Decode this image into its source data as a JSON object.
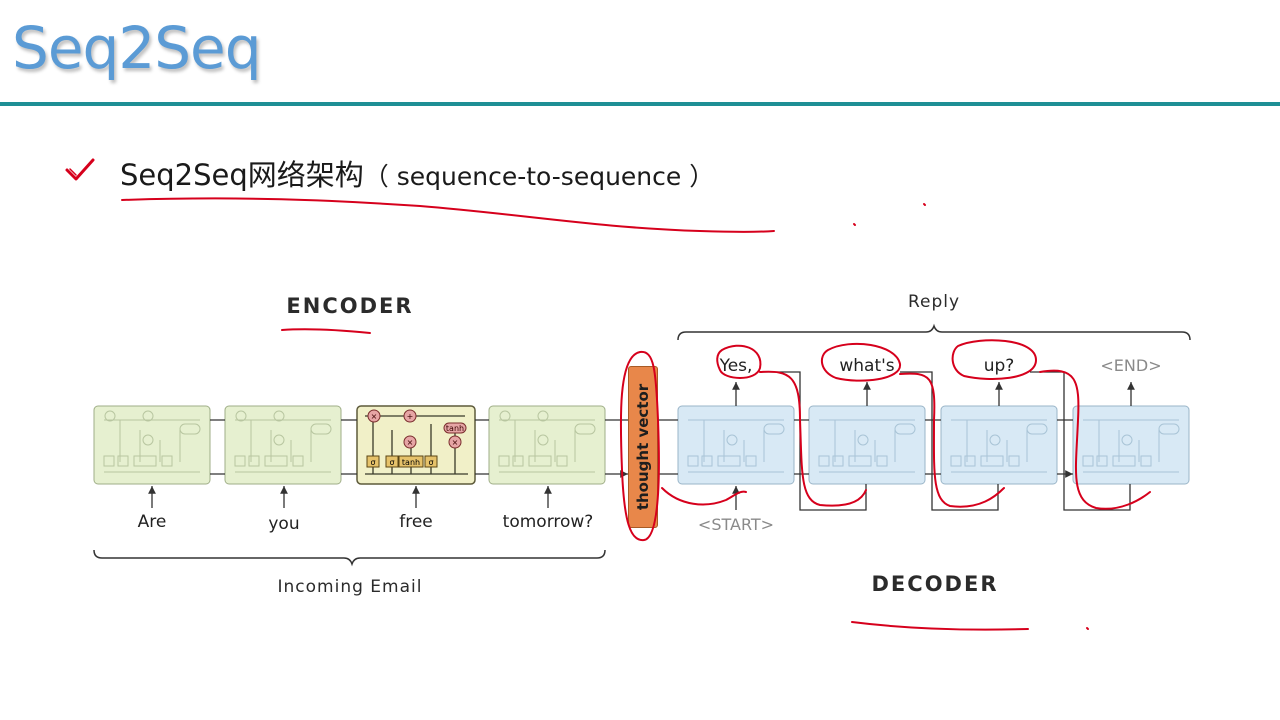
{
  "slide": {
    "title": "Seq2Seq",
    "bullet_main": "Seq2Seq网络架构",
    "bullet_paren": "（ sequence-to-sequence ）",
    "bullet_icon": "checkmark-icon"
  },
  "diagram": {
    "encoder_label": "ENCODER",
    "decoder_label": "DECODER",
    "reply_label": "Reply",
    "incoming_label": "Incoming Email",
    "thought_vector": "thought vector",
    "encoder_inputs": [
      "Are",
      "you",
      "free",
      "tomorrow?"
    ],
    "decoder_inputs": [
      "<START>"
    ],
    "decoder_outputs": [
      "Yes,",
      "what's",
      "up?",
      "<END>"
    ],
    "cell_labels": {
      "sigma": "σ",
      "tanh": "tanh",
      "times": "×",
      "plus": "+"
    },
    "colors": {
      "encoder_cell": "#e6f0d0",
      "decoder_cell": "#d8e9f5",
      "active_cell": "#f1f0c8",
      "thought_vector": "#e8874a",
      "accent_rule": "#1e8f95",
      "title": "#5b9bd5",
      "annotation": "#d6001c"
    }
  }
}
